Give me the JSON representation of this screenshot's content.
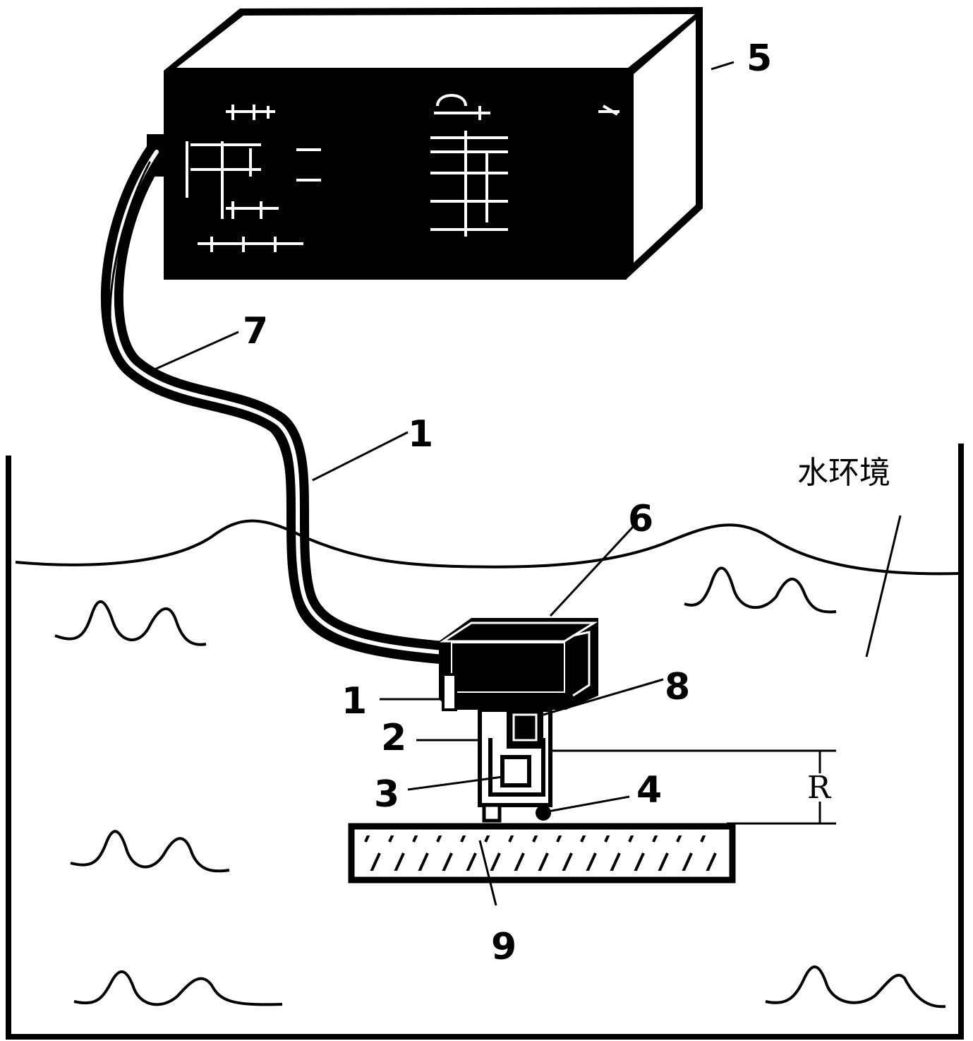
{
  "labels": {
    "controller": "5",
    "cable": "7",
    "cable_upper": "1",
    "housing": "6",
    "cable_lower": "1",
    "part8": "8",
    "part2": "2",
    "part3": "3",
    "part4": "4",
    "specimen": "9",
    "distance": "R",
    "water": "水环境"
  },
  "colors": {
    "ink": "#000000",
    "paper": "#ffffff"
  }
}
